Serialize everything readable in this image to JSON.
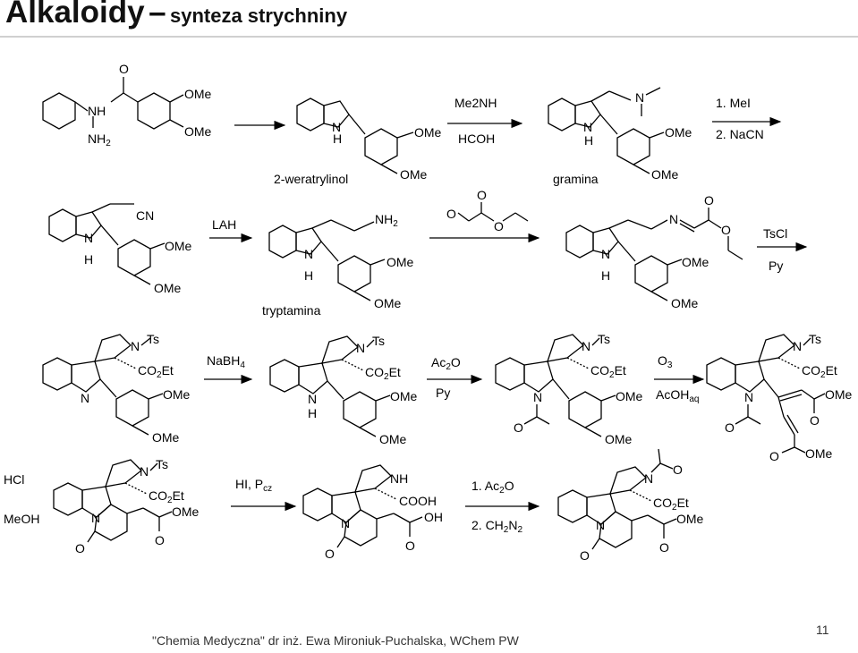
{
  "title": {
    "main": "Alkaloidy",
    "dash": "–",
    "sub": "synteza strychniny"
  },
  "steps": {
    "s1": {
      "reagent_top": "",
      "reagent_bottom": ""
    },
    "s2": {
      "reagent_top": "Me2NH",
      "reagent_bottom": "HCOH"
    },
    "s3": {
      "reagent_top": "1. MeI",
      "reagent_bottom": "2. NaCN"
    },
    "s4": {
      "reagent_top": "LAH",
      "reagent_bottom": ""
    },
    "s5": {
      "reagent_top": "",
      "reagent_bottom": ""
    },
    "s6": {
      "reagent_top": "TsCl",
      "reagent_bottom": "Py"
    },
    "s7": {
      "reagent_top": "NaBH4",
      "reagent_bottom": ""
    },
    "s8": {
      "reagent_top": "Ac2O",
      "reagent_bottom": "Py"
    },
    "s9": {
      "reagent_top": "O3",
      "reagent_bottom": "AcOHaq"
    },
    "s10": {
      "reagent_top": "HI, Pcz",
      "reagent_bottom": ""
    },
    "s11": {
      "reagent_top": "1. Ac2O",
      "reagent_bottom": "2. CH2N2"
    }
  },
  "names": {
    "weratrylinol": "2-weratrylinol",
    "gramina": "gramina",
    "tryptamina": "tryptamina"
  },
  "side_labels": {
    "hcl": "HCl",
    "meoh": "MeOH"
  },
  "footer": "\"Chemia Medyczna\" dr inż. Ewa Mironiuk-Puchalska, WChem PW",
  "page_number": "11"
}
